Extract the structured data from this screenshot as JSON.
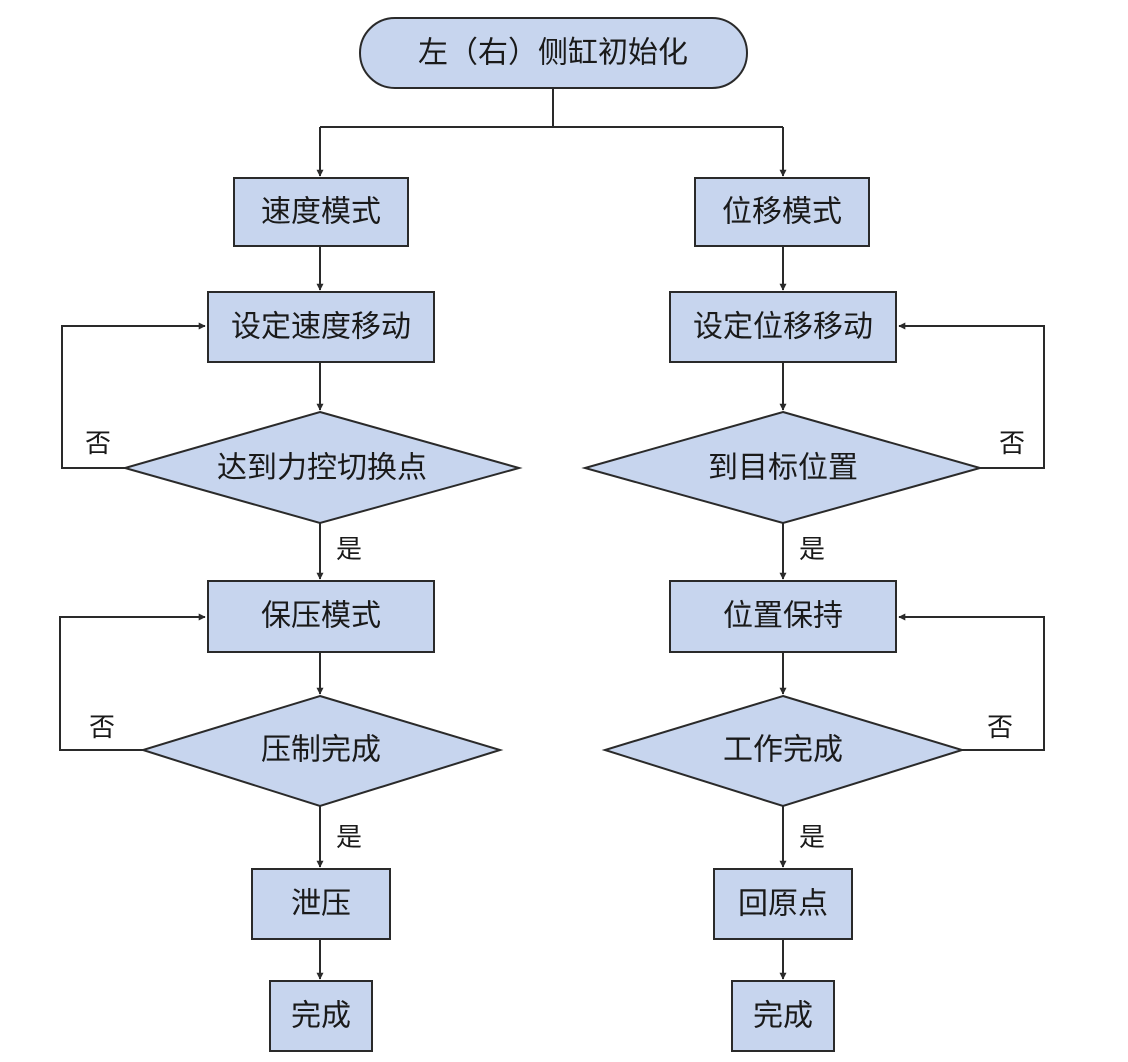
{
  "nodes": {
    "start": "左（右）侧缸初始化",
    "speed_mode": "速度模式",
    "set_speed_move": "设定速度移动",
    "reach_force_switch": "达到力控切换点",
    "hold_pressure_mode": "保压模式",
    "press_complete": "压制完成",
    "release_pressure": "泄压",
    "done_left": "完成",
    "displacement_mode": "位移模式",
    "set_displacement_move": "设定位移移动",
    "reach_target": "到目标位置",
    "position_hold": "位置保持",
    "work_complete": "工作完成",
    "return_origin": "回原点",
    "done_right": "完成"
  },
  "branch_labels": {
    "yes": "是",
    "no": "否"
  }
}
